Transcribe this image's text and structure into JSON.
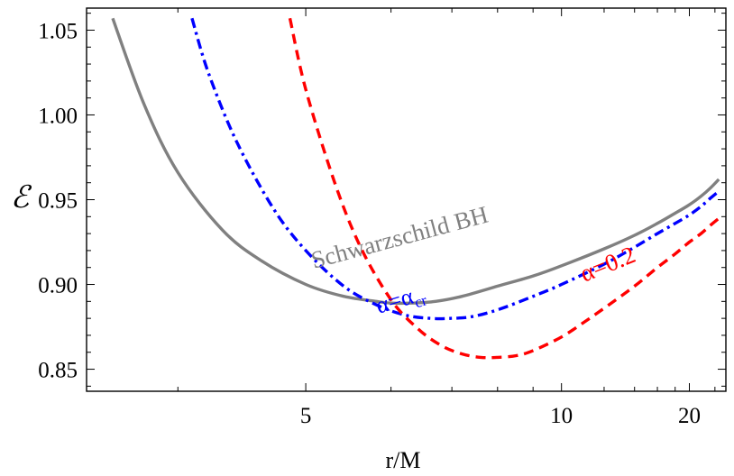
{
  "chart_data": {
    "type": "line",
    "title": "",
    "xlabel": "r/M",
    "ylabel": "ℰ",
    "x_scale": "reciprocal",
    "xlim": [
      3.5,
      28
    ],
    "ylim": [
      0.837,
      1.063
    ],
    "x_ticks": [
      5,
      10,
      20
    ],
    "x_tick_labels": [
      "5",
      "10",
      "20"
    ],
    "y_ticks": [
      0.85,
      0.9,
      0.95,
      1.0,
      1.05
    ],
    "y_tick_labels": [
      "0.85",
      "0.90",
      "0.95",
      "1.00",
      "1.05"
    ],
    "grid": false,
    "legend": "none",
    "series": [
      {
        "name": "Schwarzschild BH",
        "color": "#808080",
        "style": "solid",
        "x": [
          3.63,
          3.8,
          4.0,
          4.3,
          4.6,
          5.0,
          5.4,
          5.8,
          6.0,
          6.3,
          6.7,
          7.2,
          8.0,
          9.0,
          10.0,
          12.0,
          14.0,
          16.0,
          18.0,
          20.0,
          22.0,
          24.0,
          26.0
        ],
        "values": [
          1.057,
          1.006,
          0.966,
          0.932,
          0.914,
          0.9,
          0.893,
          0.89,
          0.889,
          0.889,
          0.89,
          0.893,
          0.899,
          0.905,
          0.911,
          0.921,
          0.929,
          0.936,
          0.942,
          0.947,
          0.952,
          0.957,
          0.962
        ]
      },
      {
        "name": "α=α_cr",
        "color": "#0000ff",
        "style": "dashdot",
        "x": [
          4.09,
          4.2,
          4.4,
          4.7,
          5.0,
          5.4,
          5.8,
          6.2,
          6.6,
          7.0,
          7.4,
          8.0,
          9.0,
          10.0,
          12.0,
          14.0,
          16.0,
          18.0,
          20.0,
          22.0,
          24.0,
          26.0
        ],
        "values": [
          1.057,
          1.025,
          0.985,
          0.945,
          0.92,
          0.899,
          0.888,
          0.882,
          0.88,
          0.88,
          0.881,
          0.885,
          0.893,
          0.9,
          0.912,
          0.922,
          0.93,
          0.936,
          0.941,
          0.946,
          0.951,
          0.955
        ]
      },
      {
        "name": "α=0.2",
        "color": "#ff0000",
        "style": "dashed",
        "x": [
          4.85,
          5.0,
          5.3,
          5.6,
          6.0,
          6.4,
          6.8,
          7.2,
          7.6,
          8.0,
          8.5,
          9.0,
          10.0,
          11.0,
          12.0,
          14.0,
          16.0,
          18.0,
          20.0,
          22.0,
          24.0,
          26.0
        ],
        "values": [
          1.057,
          1.015,
          0.96,
          0.922,
          0.891,
          0.874,
          0.864,
          0.859,
          0.857,
          0.857,
          0.858,
          0.861,
          0.869,
          0.878,
          0.886,
          0.899,
          0.91,
          0.918,
          0.925,
          0.93,
          0.935,
          0.939
        ]
      }
    ],
    "annotations": [
      {
        "text": "Schwarzschild BH",
        "series": "Schwarzschild BH",
        "color": "#808080"
      },
      {
        "text_main": "α=α",
        "text_sub": "cr",
        "series": "α=α_cr",
        "color": "#0000ff"
      },
      {
        "text": "α=0.2",
        "series": "α=0.2",
        "color": "#ff0000"
      }
    ]
  }
}
